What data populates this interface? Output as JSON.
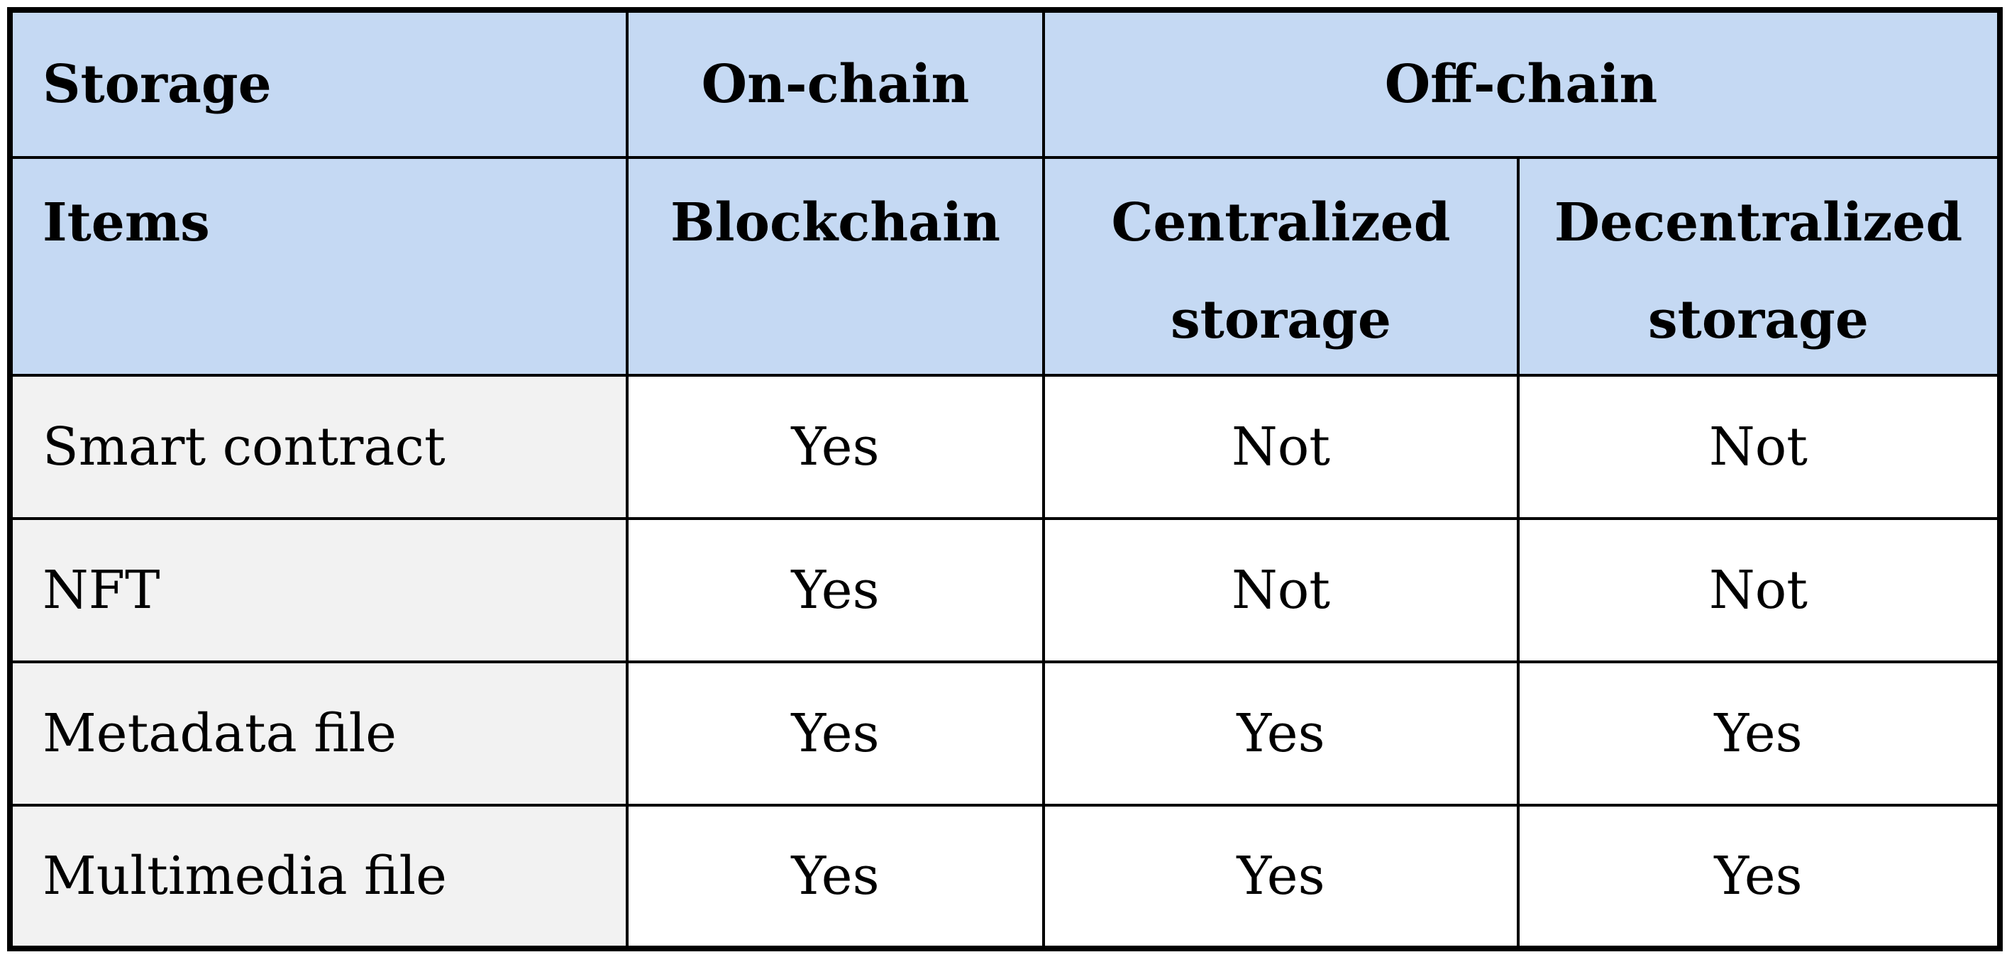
{
  "table": {
    "header": {
      "storage": "Storage",
      "on_chain": "On-chain",
      "off_chain": "Off-chain",
      "items": "Items",
      "blockchain": "Blockchain",
      "centralized_storage": "Centralized storage",
      "decentralized_storage": "Decentralized storage"
    },
    "rows": [
      {
        "item": "Smart contract",
        "blockchain": "Yes",
        "centralized_storage": "Not",
        "decentralized_storage": "Not"
      },
      {
        "item": "NFT",
        "blockchain": "Yes",
        "centralized_storage": "Not",
        "decentralized_storage": "Not"
      },
      {
        "item": "Metadata file",
        "blockchain": "Yes",
        "centralized_storage": "Yes",
        "decentralized_storage": "Yes"
      },
      {
        "item": "Multimedia file",
        "blockchain": "Yes",
        "centralized_storage": "Yes",
        "decentralized_storage": "Yes"
      }
    ],
    "colors": {
      "header_bg": "#c5d9f3",
      "item_column_bg": "#f2f2f2",
      "cell_bg": "#ffffff",
      "border": "#000000"
    }
  }
}
